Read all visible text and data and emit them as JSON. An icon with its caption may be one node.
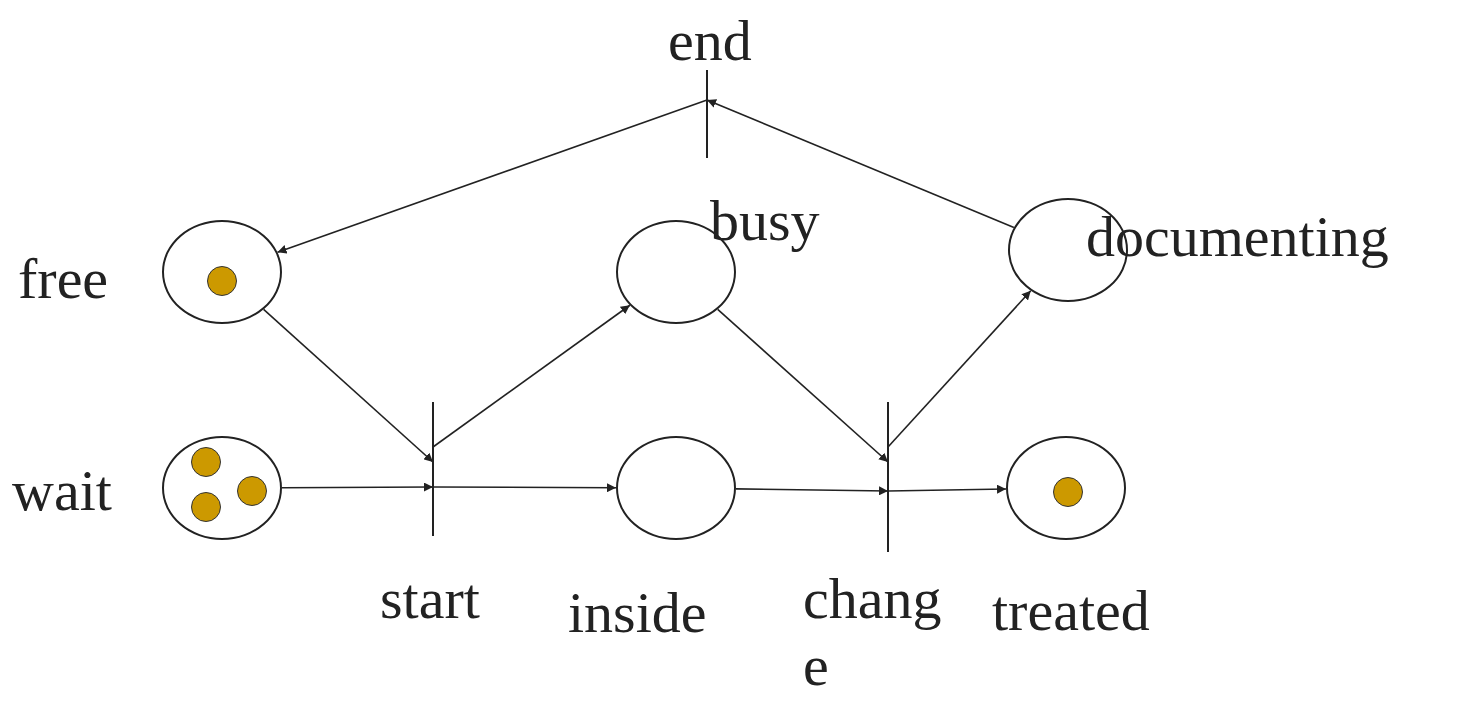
{
  "diagram": {
    "nodes": [
      {
        "text": [],
        "shape": "bar",
        "beside": [
          "end"
        ]
      },
      {
        "text": [],
        "shape": "circle",
        "beside": [
          "free"
        ]
      },
      {
        "text": [],
        "shape": "circle",
        "in": 1
      },
      {
        "text": [],
        "shape": "circle",
        "beside": [
          "busy"
        ]
      },
      {
        "text": [],
        "shape": "circle",
        "beside": [
          "documenting"
        ]
      },
      {
        "text": [],
        "shape": "circle",
        "beside": [
          "wait"
        ]
      },
      {
        "text": [],
        "shape": "circle",
        "in": 5
      },
      {
        "text": [],
        "shape": "circle",
        "in": 5
      },
      {
        "text": [],
        "shape": "circle",
        "in": 5
      },
      {
        "text": [],
        "shape": "bar",
        "beside": [
          "start"
        ]
      },
      {
        "text": [],
        "shape": "circle",
        "beside": [
          "inside"
        ]
      },
      {
        "text": [],
        "shape": "bar",
        "beside": [
          "change"
        ]
      },
      {
        "text": [],
        "shape": "circle",
        "beside": [
          "treated"
        ]
      },
      {
        "text": [],
        "shape": "circle",
        "in": 12
      }
    ],
    "edges": [
      {
        "from": 0,
        "to": 1,
        "arrow": "to"
      },
      {
        "from": 4,
        "to": 0,
        "arrow": "to"
      },
      {
        "from": 1,
        "to": 9,
        "arrow": "to"
      },
      {
        "from": 5,
        "to": 9,
        "arrow": "to"
      },
      {
        "from": 9,
        "to": 3,
        "arrow": "to"
      },
      {
        "from": 9,
        "to": 10,
        "arrow": "to"
      },
      {
        "from": 3,
        "to": 11,
        "arrow": "to"
      },
      {
        "from": 10,
        "to": 11,
        "arrow": "to"
      },
      {
        "from": 11,
        "to": 4,
        "arrow": "to"
      },
      {
        "from": 11,
        "to": 12,
        "arrow": "to"
      }
    ]
  }
}
